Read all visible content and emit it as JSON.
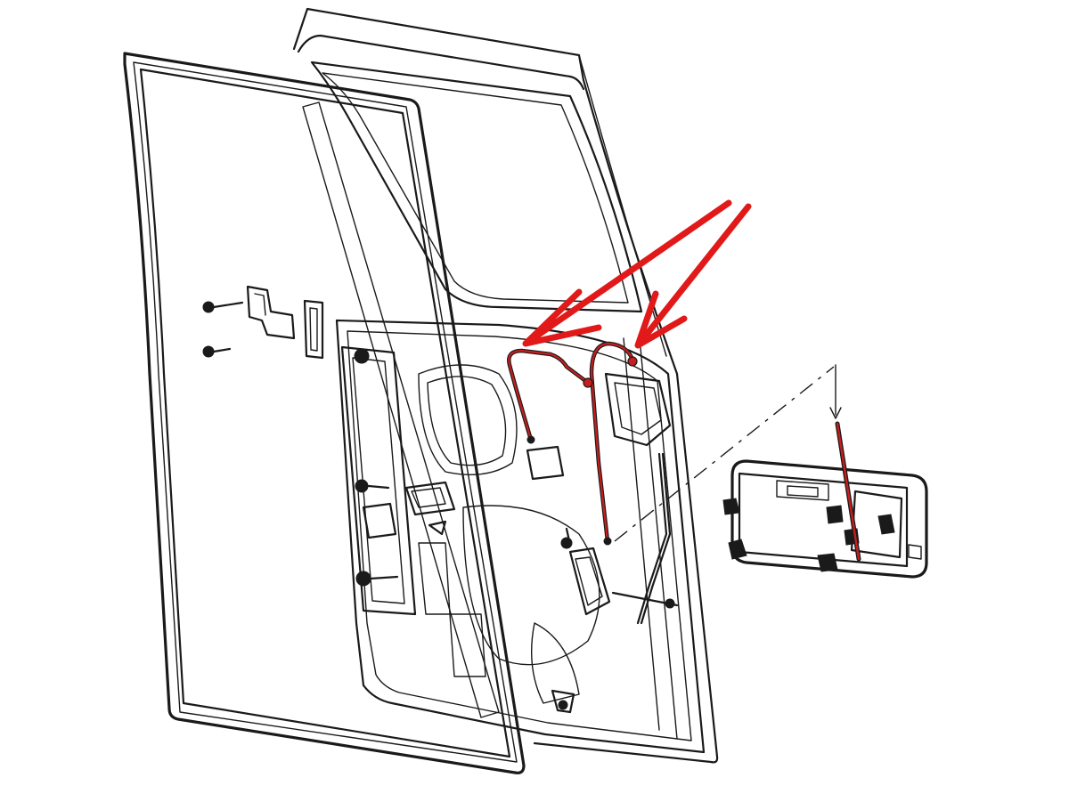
{
  "diagram": {
    "colors": {
      "ink": "#1a1a1a",
      "cable_highlight": "#c81e1e",
      "arrow": "#e11919",
      "background": "#ffffff"
    },
    "components": [
      "weatherstrip-seal",
      "door-frame",
      "window-run-channel",
      "latch-assembly",
      "lock-cables",
      "interior-handle",
      "outside-handle-rod",
      "lock-rod",
      "hinge-striker-bracket",
      "inner-handle-assembly"
    ],
    "highlighted_parts": [
      "lock-cables",
      "inner-handle-assembly-rod"
    ],
    "arrows_count": 2,
    "icons": {
      "bolt": "bolt-icon",
      "clip": "clip-icon",
      "arrow": "red-arrow-icon"
    }
  }
}
